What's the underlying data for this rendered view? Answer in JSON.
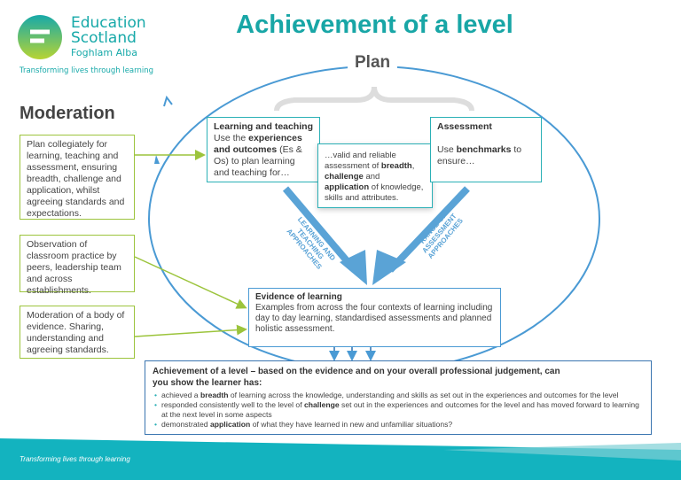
{
  "logo": {
    "line1": "Education",
    "line2": "Scotland",
    "line3": "Foghlam Alba",
    "tagline": "Transforming lives through learning"
  },
  "title": "Achievement of a level",
  "plan": "Plan",
  "moderation": {
    "heading": "Moderation",
    "boxes": [
      "Plan collegiately for learning, teaching and assessment, ensuring breadth, challenge and application, whilst agreeing standards and expectations.",
      "Observation of classroom practice by peers, leadership team and across establishments.",
      "Moderation of a body of evidence. Sharing, understanding and agreeing standards."
    ]
  },
  "learning_teaching": {
    "heading": "Learning and teaching",
    "p1": "Use the ",
    "b1": "experiences and outcomes",
    "p2": " (Es & Os) to plan learning and teaching for…"
  },
  "middle": {
    "p1": "…valid and reliable assessment of ",
    "b1": "breadth",
    "p2": ", ",
    "b2": "challenge",
    "p3": " and ",
    "b3": "application",
    "p4": " of knowledge, skills and attributes."
  },
  "assessment": {
    "heading": "Assessment",
    "p1": "Use ",
    "b1": "benchmarks",
    "p2": " to ensure…"
  },
  "arrows": {
    "left_label": "LEARNING AND TEACHING APPROACHES",
    "right_label": "RANGE OF ASSESSMENT APPROACHES"
  },
  "evidence": {
    "heading": "Evidence of learning",
    "text": "Examples from across the four contexts of learning including day to day learning, standardised assessments and planned holistic assessment."
  },
  "achievement": {
    "heading": "Achievement of a level – based on the evidence and on your overall professional judgement, can you show the learner has:",
    "items": [
      {
        "p1": "achieved a ",
        "b": "breadth",
        "p2": " of learning across the knowledge, understanding and skills as set out in the experiences and outcomes for the level"
      },
      {
        "p1": "responded consistently well to the level of ",
        "b": "challenge",
        "p2": " set out in the experiences and outcomes for the level and has moved forward to learning at the next level in some aspects"
      },
      {
        "p1": "demonstrated ",
        "b": "application",
        "p2": " of what they have learned in new and unfamiliar situations?"
      }
    ]
  },
  "footer": "Transforming lives through learning",
  "colors": {
    "teal": "#18a6a6",
    "blue": "#4a9ad4",
    "green": "#9cc43c"
  }
}
